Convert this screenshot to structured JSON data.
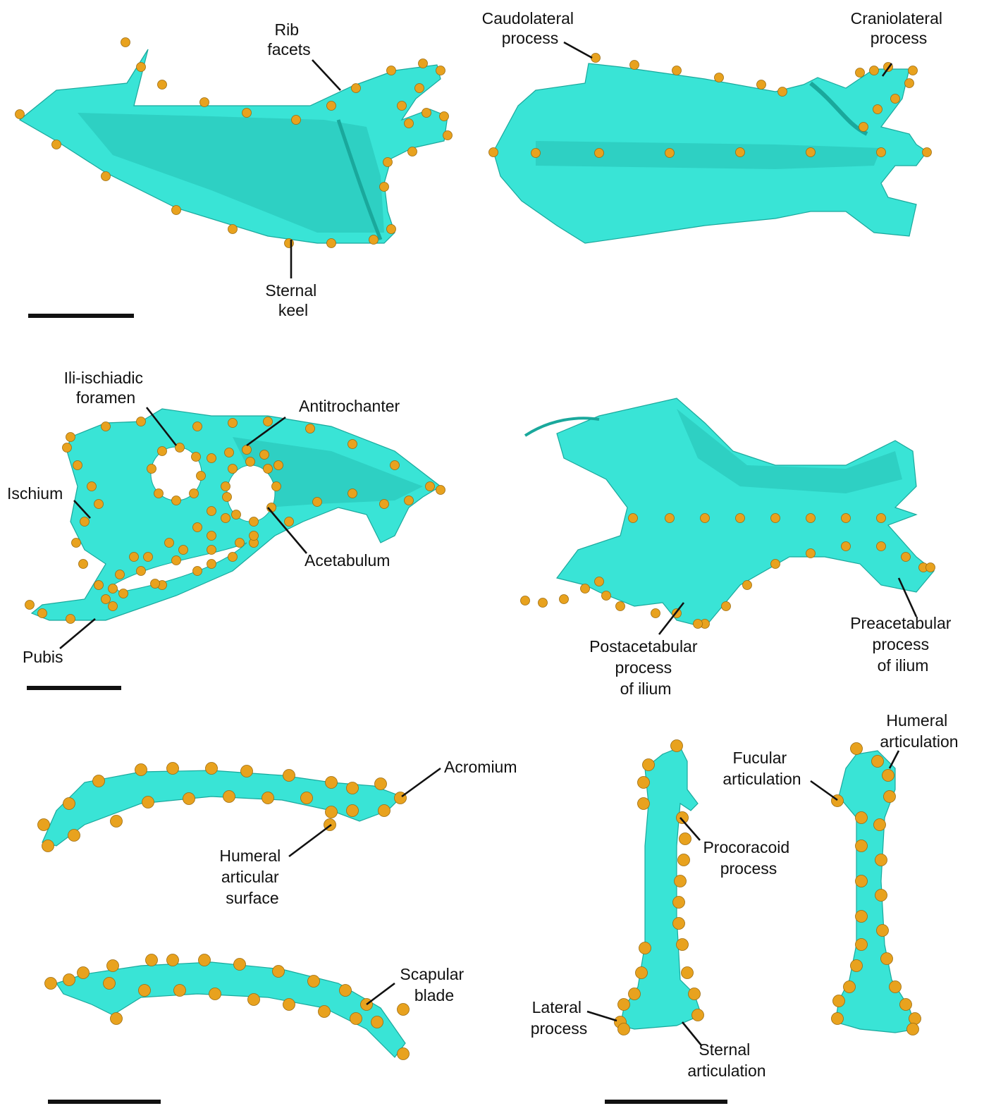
{
  "colors": {
    "bone": "#39E4D6",
    "landmark": "#E8A21E",
    "text": "#111111"
  },
  "labels": {
    "rib_facets": [
      "Rib",
      "facets"
    ],
    "sternal_keel": [
      "Sternal",
      "keel"
    ],
    "caudolateral_process": [
      "Caudolateral",
      "process"
    ],
    "craniolateral_process": [
      "Craniolateral",
      "process"
    ],
    "ili_ischiadic_foramen": [
      "Ili-ischiadic",
      "foramen"
    ],
    "antitrochanter": [
      "Antitrochanter"
    ],
    "ischium": [
      "Ischium"
    ],
    "acetabulum": [
      "Acetabulum"
    ],
    "pubis": [
      "Pubis"
    ],
    "postacetabular_process": [
      "Postacetabular",
      "process",
      "of ilium"
    ],
    "preacetabular_process": [
      "Preacetabular",
      "process",
      "of ilium"
    ],
    "acromium": [
      "Acromium"
    ],
    "humeral_articular_surface": [
      "Humeral",
      "articular",
      "surface"
    ],
    "scapular_blade": [
      "Scapular",
      "blade"
    ],
    "fucular_articulation": [
      "Fucular",
      "articulation"
    ],
    "humeral_articulation": [
      "Humeral",
      "articulation"
    ],
    "procoracoid_process": [
      "Procoracoid",
      "process"
    ],
    "lateral_process": [
      "Lateral",
      "process"
    ],
    "sternal_articulation": [
      "Sternal",
      "articulation"
    ]
  }
}
